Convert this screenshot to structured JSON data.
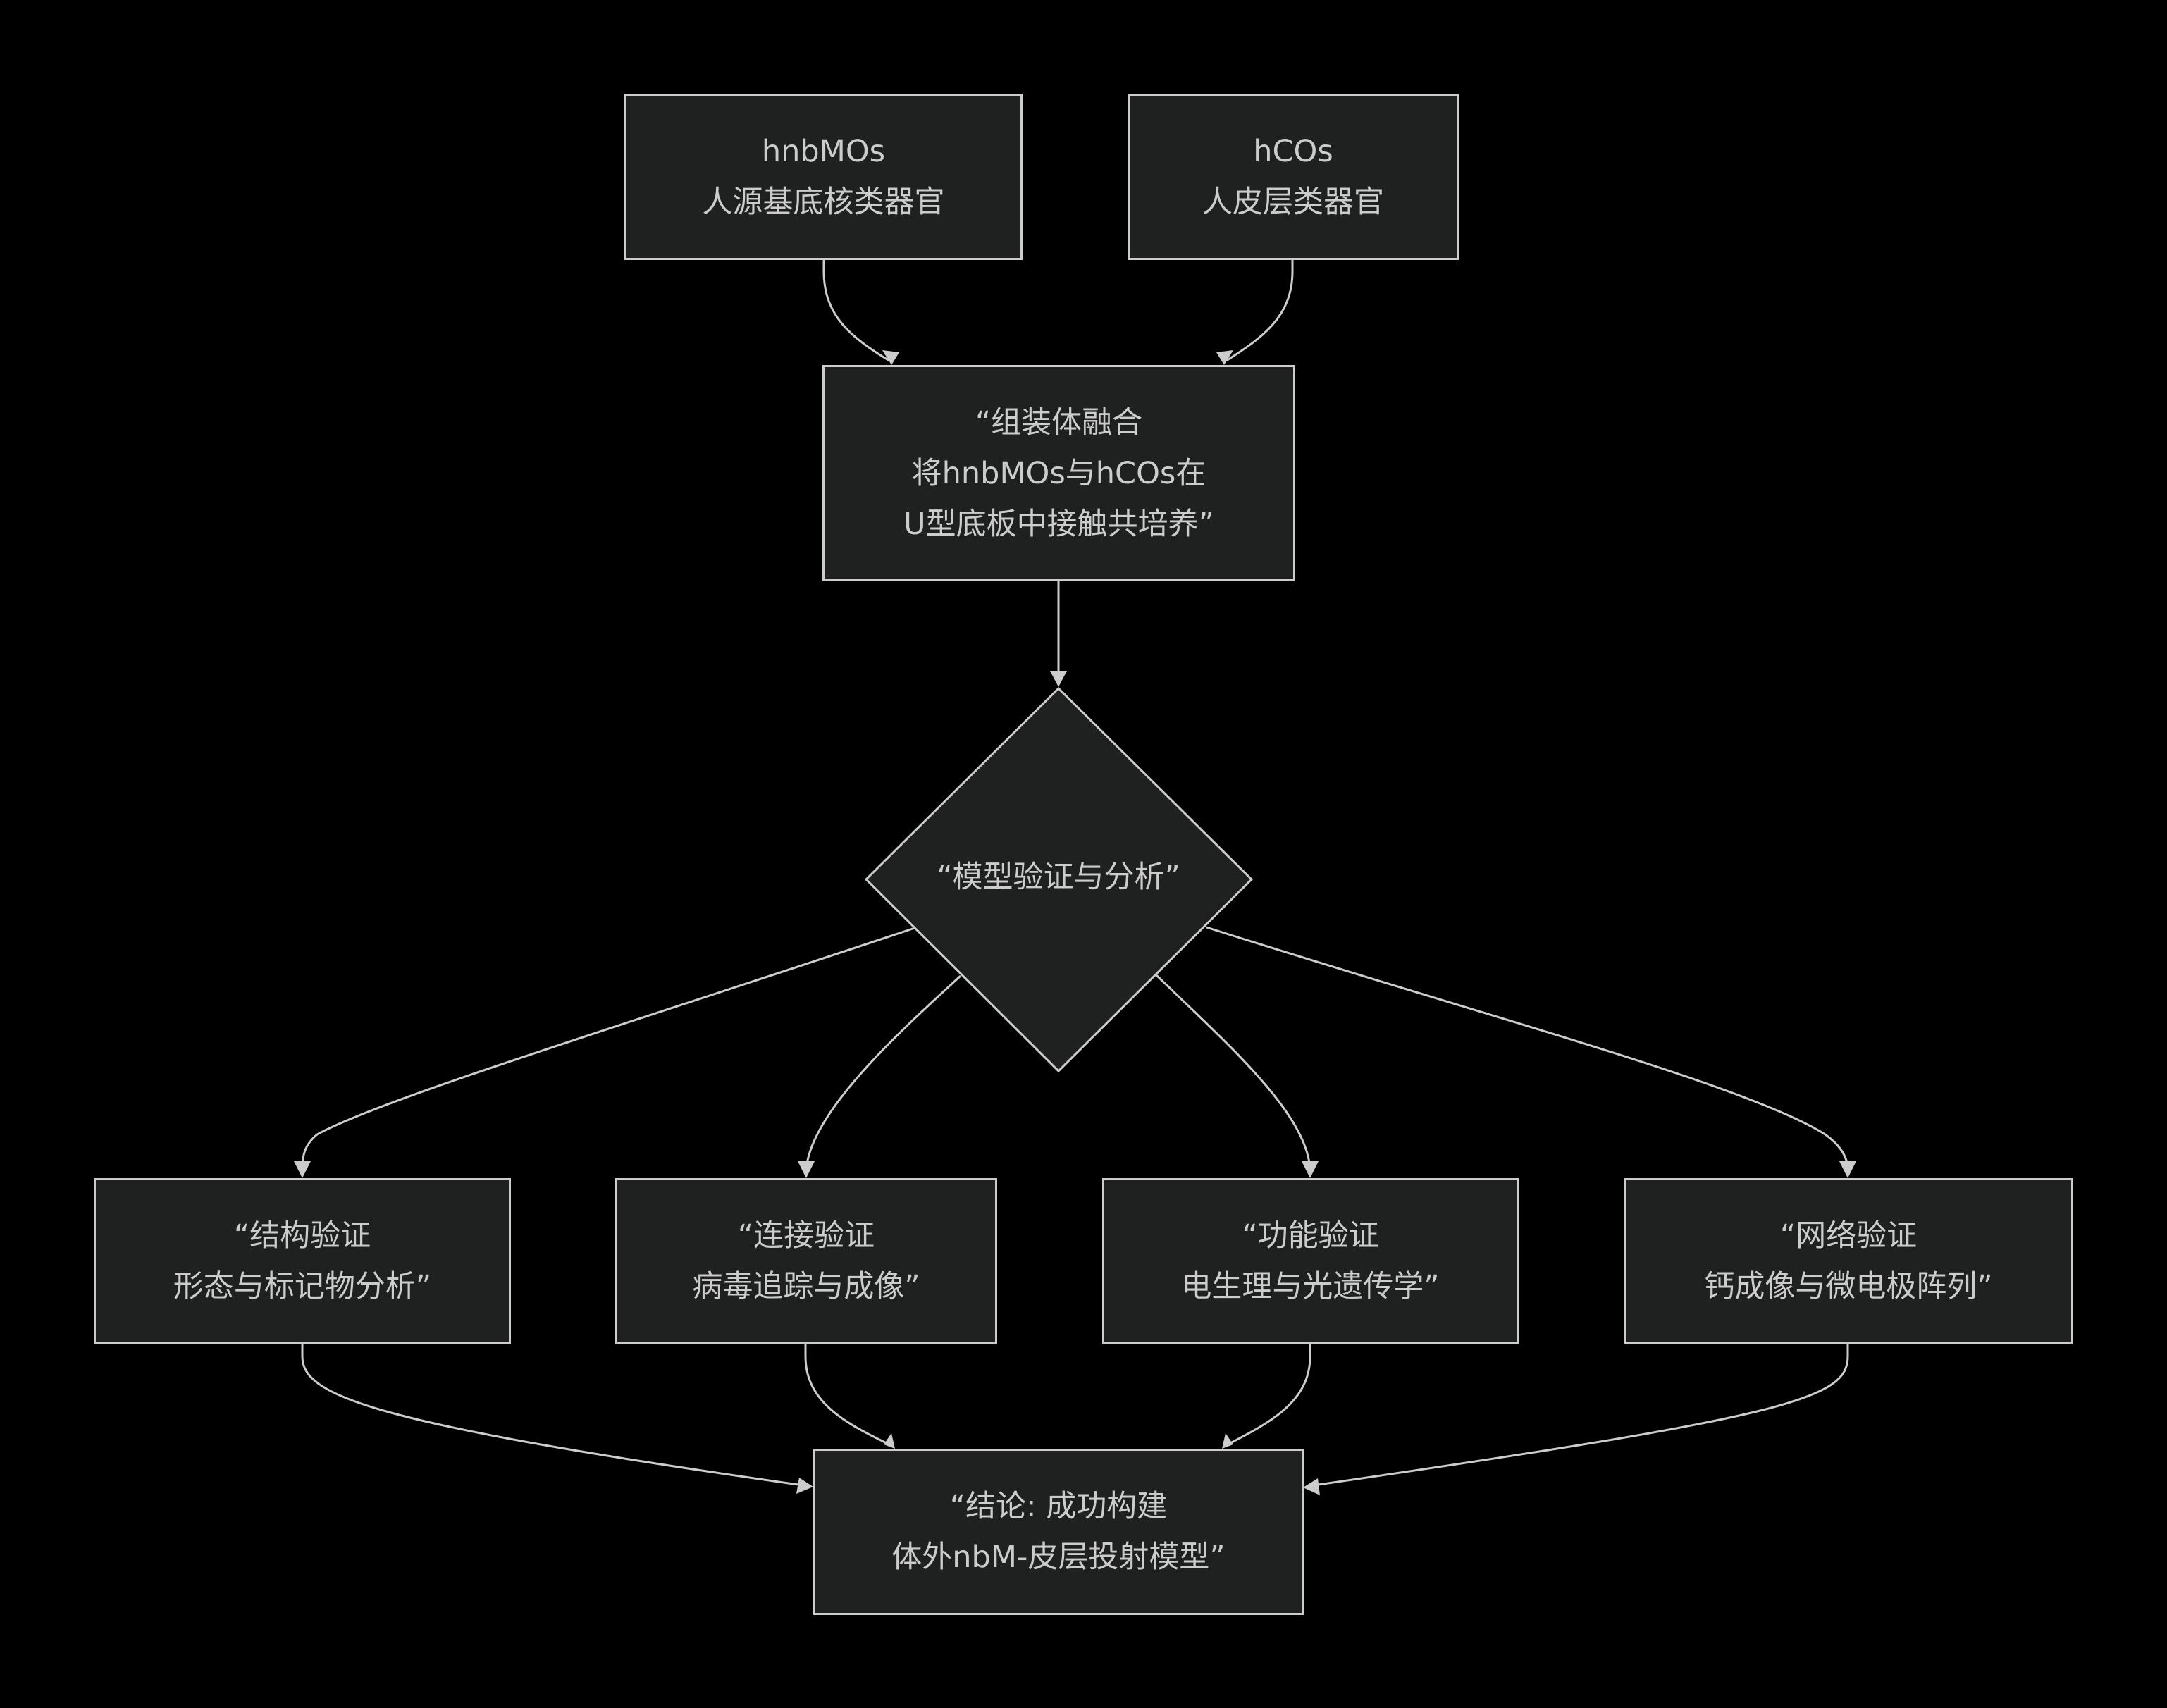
{
  "colors": {
    "background": "#000000",
    "node_fill": "#1f2020",
    "stroke": "#cccccc",
    "text": "#cccccc"
  },
  "nodes": {
    "hnbmos": {
      "line1": "hnbMOs",
      "line2": "人源基底核类器官"
    },
    "hcos": {
      "line1": "hCOs",
      "line2": "人皮层类器官"
    },
    "fusion": {
      "line1": "“组装体融合",
      "line2": "将hnbMOs与hCOs在",
      "line3": "U型底板中接触共培养”"
    },
    "validation": {
      "label": "“模型验证与分析”"
    },
    "structure": {
      "line1": "“结构验证",
      "line2": "形态与标记物分析”"
    },
    "connection": {
      "line1": "“连接验证",
      "line2": "病毒追踪与成像”"
    },
    "function": {
      "line1": "“功能验证",
      "line2": "电生理与光遗传学”"
    },
    "network": {
      "line1": "“网络验证",
      "line2": "钙成像与微电极阵列”"
    },
    "conclusion": {
      "line1": "“结论: 成功构建",
      "line2": "体外nbM-皮层投射模型”"
    }
  },
  "edges": [
    {
      "from": "hnbmos",
      "to": "fusion"
    },
    {
      "from": "hcos",
      "to": "fusion"
    },
    {
      "from": "fusion",
      "to": "validation"
    },
    {
      "from": "validation",
      "to": "structure"
    },
    {
      "from": "validation",
      "to": "connection"
    },
    {
      "from": "validation",
      "to": "function"
    },
    {
      "from": "validation",
      "to": "network"
    },
    {
      "from": "structure",
      "to": "conclusion"
    },
    {
      "from": "connection",
      "to": "conclusion"
    },
    {
      "from": "function",
      "to": "conclusion"
    },
    {
      "from": "network",
      "to": "conclusion"
    }
  ]
}
